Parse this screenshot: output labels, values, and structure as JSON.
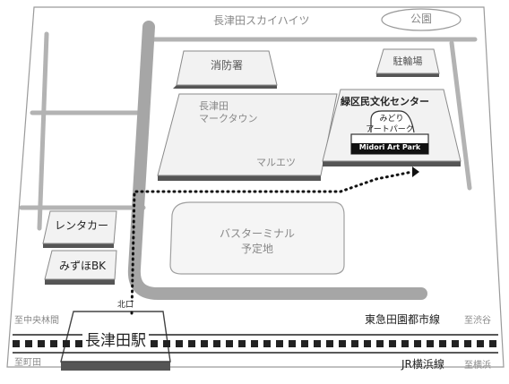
{
  "labels": {
    "apartment": "長津田スカイハイツ",
    "park": "公園",
    "fire_station": "消防署",
    "bicycle_parking": "駐輪場",
    "market_town_line1": "長津田",
    "market_town_line2": "マークタウン",
    "maruetsu": "マルエツ",
    "midori_center": "緑区民文化センター",
    "art_park_line1": "みどり",
    "art_park_line2": "アートパーク",
    "art_park_en": "Midori Art Park",
    "rental_car": "レンタカー",
    "mizuho_bank": "みずほBK",
    "bus_terminal_line1": "バスターミナル",
    "bus_terminal_line2": "予定地",
    "north_exit": "北口",
    "station": "長津田駅",
    "to_chuorinkan": "至中央林間",
    "to_machida": "至町田",
    "tokyu_line": "東急田園都市線",
    "to_shibuya": "至渋谷",
    "jr_line": "JR横浜線",
    "to_yokohama": "至横浜"
  },
  "colors": {
    "road": "#b3b3b3",
    "road_dark": "#8c8c8c",
    "building_fill": "#f2f2f2",
    "building_shadow": "#555555",
    "route_dots": "#111111",
    "rail_dark": "#222222"
  }
}
